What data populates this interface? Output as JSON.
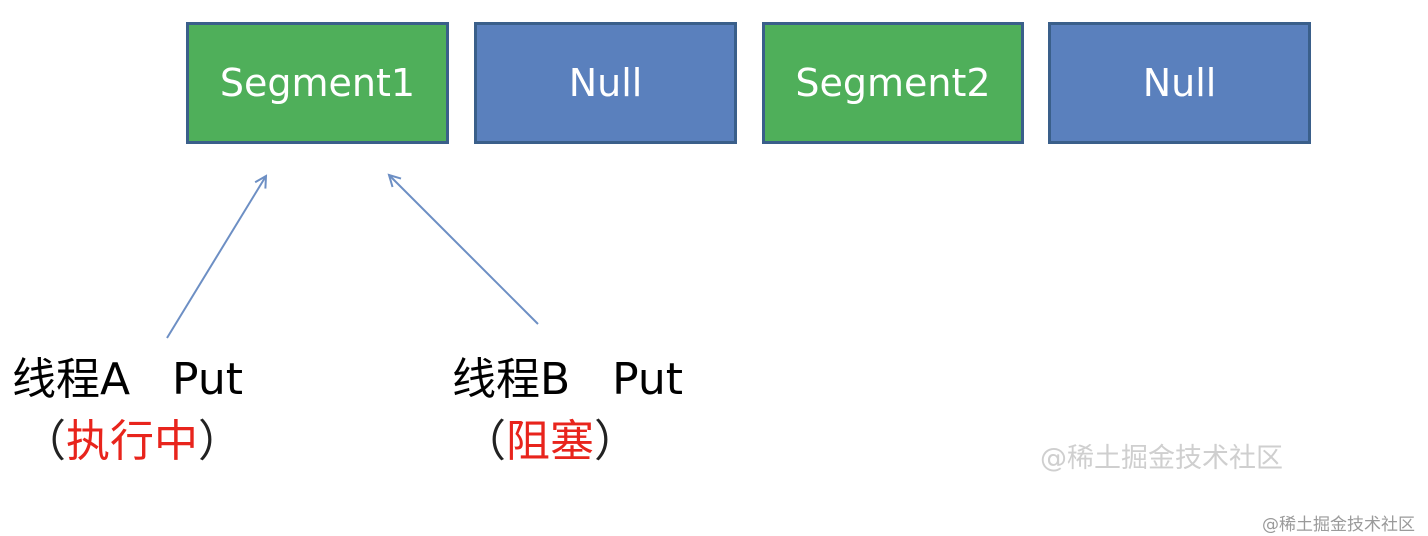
{
  "segments": [
    {
      "label": "Segment1",
      "color": "#4faf5a"
    },
    {
      "label": "Null",
      "color": "#5a80bd"
    },
    {
      "label": "Segment2",
      "color": "#4faf5a"
    },
    {
      "label": "Null",
      "color": "#5a80bd"
    }
  ],
  "threads": [
    {
      "label": "线程A   Put",
      "status_open": "（",
      "status": "执行中",
      "status_close": "）"
    },
    {
      "label": "线程B   Put",
      "status_open": "（",
      "status": "阻塞",
      "status_close": "）"
    }
  ],
  "colors": {
    "arrow": "#6d8fc4",
    "status_text": "#e8241c",
    "border": "#3a5f8a"
  },
  "watermarks": {
    "inner": "@稀土掘金技术社区",
    "corner": "@稀土掘金技术社区"
  }
}
